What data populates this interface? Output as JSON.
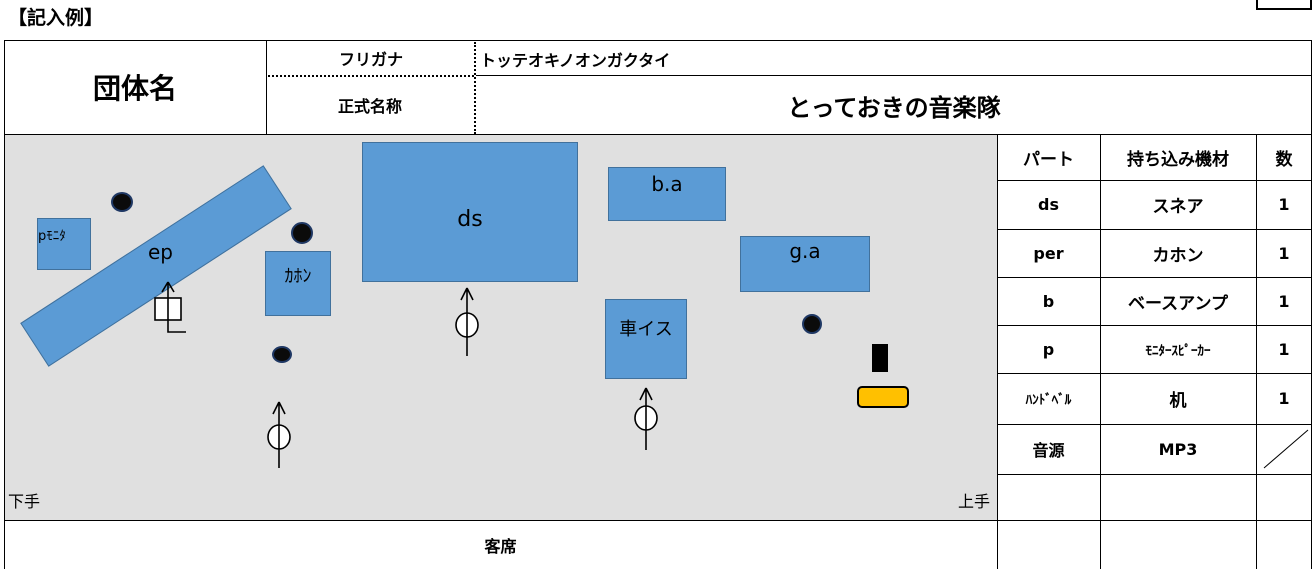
{
  "example_label": "【記入例】",
  "group": {
    "label": "団体名",
    "furigana_label": "フリガナ",
    "furigana_value": "トッテオキノオンガクタイ",
    "official_label": "正式名称",
    "official_value": "とっておきの音楽隊"
  },
  "stage": {
    "items": {
      "p_monitor": "pﾓﾆﾀ",
      "ep": "ep",
      "cajon": "ｶﾎﾝ",
      "ds": "ds",
      "ba": "b.a",
      "ga": "g.a",
      "wheelchair": "車イス"
    },
    "left_label": "下手",
    "right_label": "上手",
    "audience_label": "客席"
  },
  "equipment": {
    "headers": [
      "パート",
      "持ち込み機材",
      "数"
    ],
    "rows": [
      {
        "part": "ds",
        "equipment": "スネア",
        "count": "1"
      },
      {
        "part": "per",
        "equipment": "カホン",
        "count": "1"
      },
      {
        "part": "b",
        "equipment": "ベースアンプ",
        "count": "1"
      },
      {
        "part": "p",
        "equipment": "ﾓﾆﾀｰｽﾋﾟｰｶｰ",
        "count": "1"
      },
      {
        "part": "ﾊﾝﾄﾞﾍﾞﾙ",
        "equipment": "机",
        "count": "1"
      },
      {
        "part": "音源",
        "equipment": "MP3",
        "count": ""
      },
      {
        "part": "",
        "equipment": "",
        "count": ""
      },
      {
        "part": "",
        "equipment": "",
        "count": ""
      }
    ]
  },
  "colors": {
    "instrument_fill": "#5b9bd5",
    "stage_background": "#e0e0e0",
    "desk_fill": "#ffc000"
  }
}
